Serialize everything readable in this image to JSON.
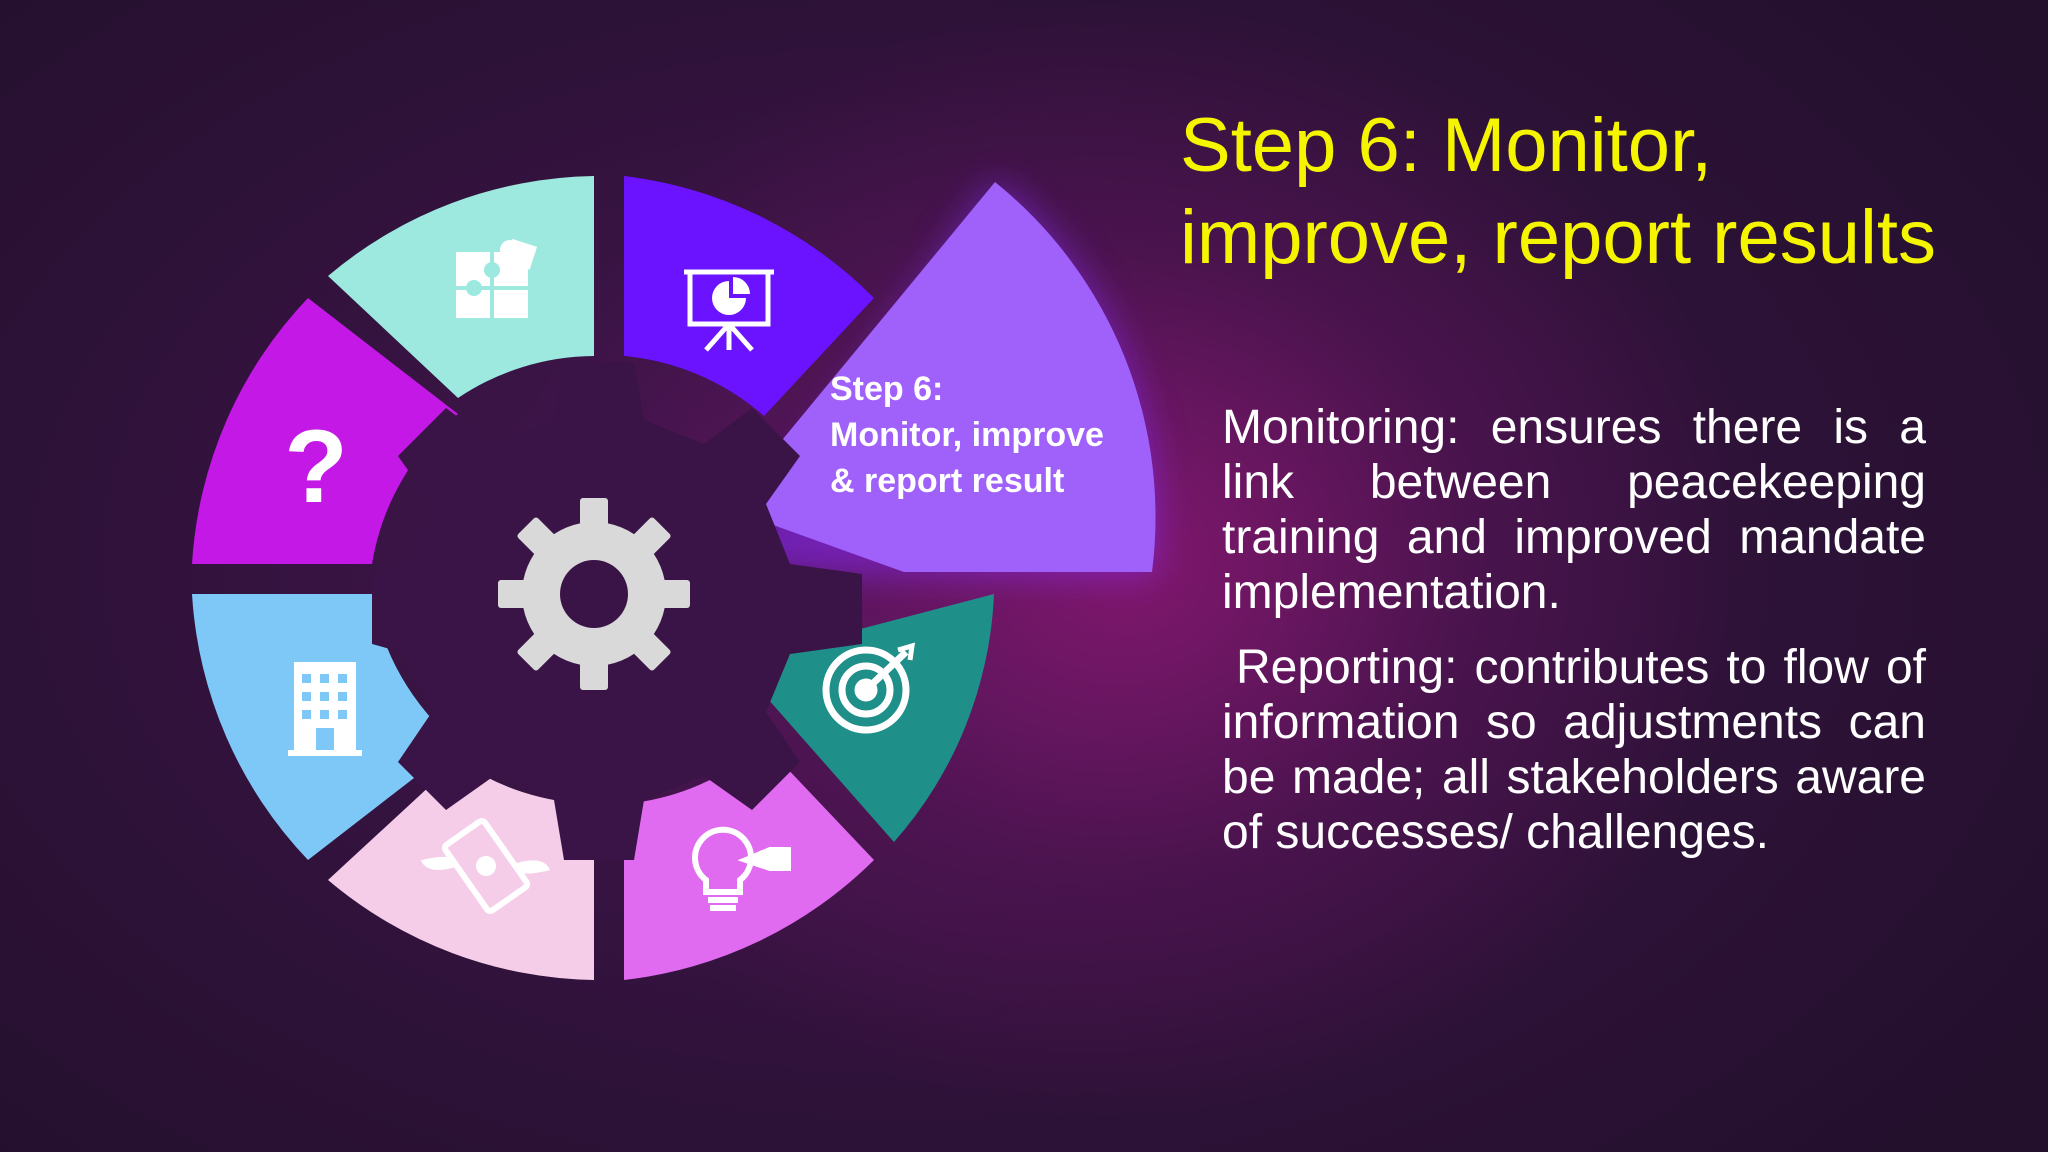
{
  "slide": {
    "title": "Step 6: Monitor, improve, report results",
    "paragraphs": [
      "Monitoring: ensures there is a link between peacekeeping training and improved mandate implementation.",
      "Reporting: contributes to flow of information so adjustments can be made; all stakeholders aware of successes/ challenges."
    ]
  },
  "wheel": {
    "highlight_label": [
      "Step 6:",
      "Monitor, improve",
      "& report result"
    ],
    "center_icon": "gear-icon",
    "segments": [
      {
        "id": "top-left",
        "color": "#9de9df",
        "icon": "puzzle-icon"
      },
      {
        "id": "top-right",
        "color": "#6b12ff",
        "icon": "presentation-chart-icon"
      },
      {
        "id": "right-upper",
        "color": "#a061fb",
        "icon": "",
        "highlighted": true
      },
      {
        "id": "right-lower",
        "color": "#1f8f8a",
        "icon": "target-icon"
      },
      {
        "id": "bottom-right",
        "color": "#e06af0",
        "icon": "lightbulb-tag-icon"
      },
      {
        "id": "bottom-left",
        "color": "#f5cde9",
        "icon": "flying-money-icon"
      },
      {
        "id": "left-lower",
        "color": "#7ec8f8",
        "icon": "building-icon"
      },
      {
        "id": "left-upper",
        "color": "#c318e6",
        "icon": "question-icon"
      }
    ]
  },
  "colors": {
    "title": "#f5f500",
    "body_text": "#ffffff",
    "gear": "#d9d9d9"
  }
}
